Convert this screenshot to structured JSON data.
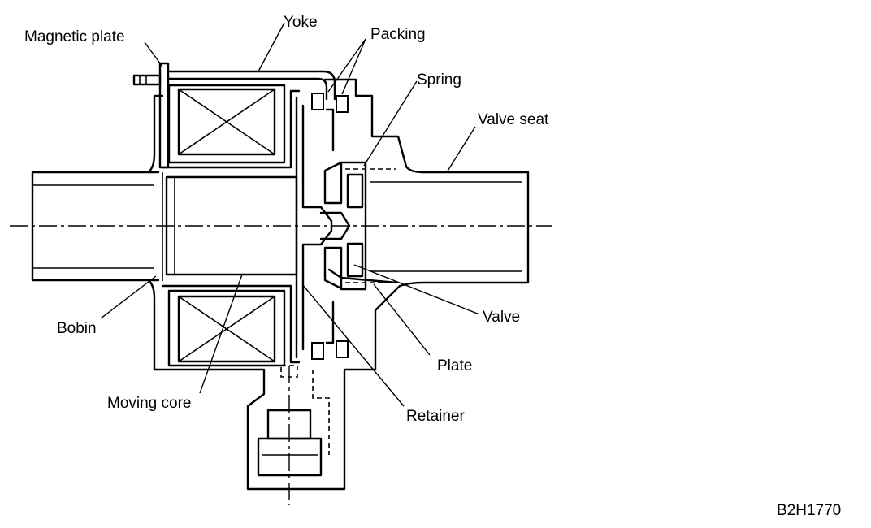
{
  "labels": {
    "magnetic_plate": "Magnetic plate",
    "yoke": "Yoke",
    "packing": "Packing",
    "spring": "Spring",
    "valve_seat": "Valve seat",
    "bobin": "Bobin",
    "valve": "Valve",
    "plate": "Plate",
    "moving_core": "Moving core",
    "retainer": "Retainer"
  },
  "figure_code": "B2H1770"
}
